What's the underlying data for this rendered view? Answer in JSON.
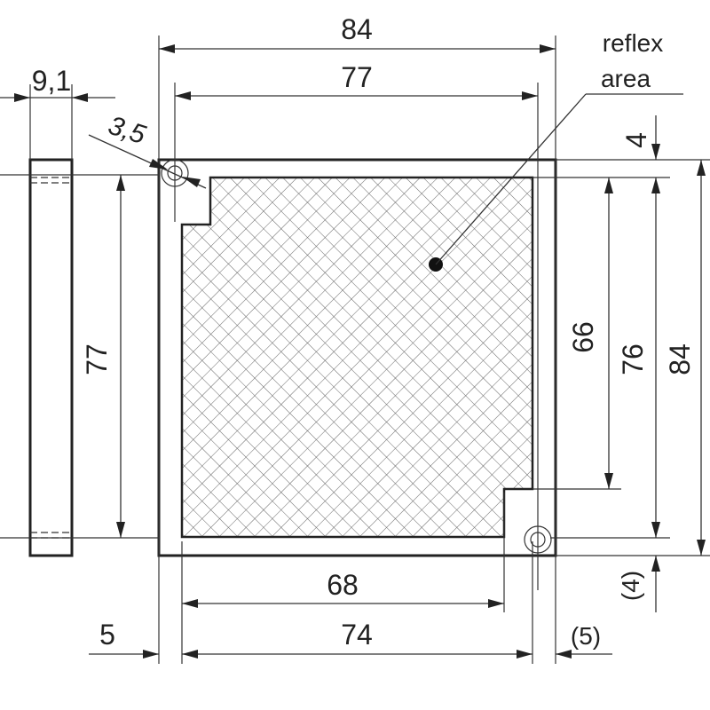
{
  "labels": {
    "side_thickness": "9,1",
    "hole_diameter": "3,5",
    "overall_width": "84",
    "hole_pitch_horizontal": "77",
    "reflex_area_line1": "reflex",
    "reflex_area_line2": "area",
    "top_margin": "4",
    "reflex_height": "66",
    "inner_height": "76",
    "overall_height": "84",
    "hole_pitch_vertical": "77",
    "bottom_margin": "(4)",
    "reflex_width": "68",
    "inner_width": "74",
    "left_margin": "5",
    "right_margin": "(5)"
  },
  "colors": {
    "line": "#222222",
    "hatch": "#555555",
    "background": "#ffffff"
  }
}
